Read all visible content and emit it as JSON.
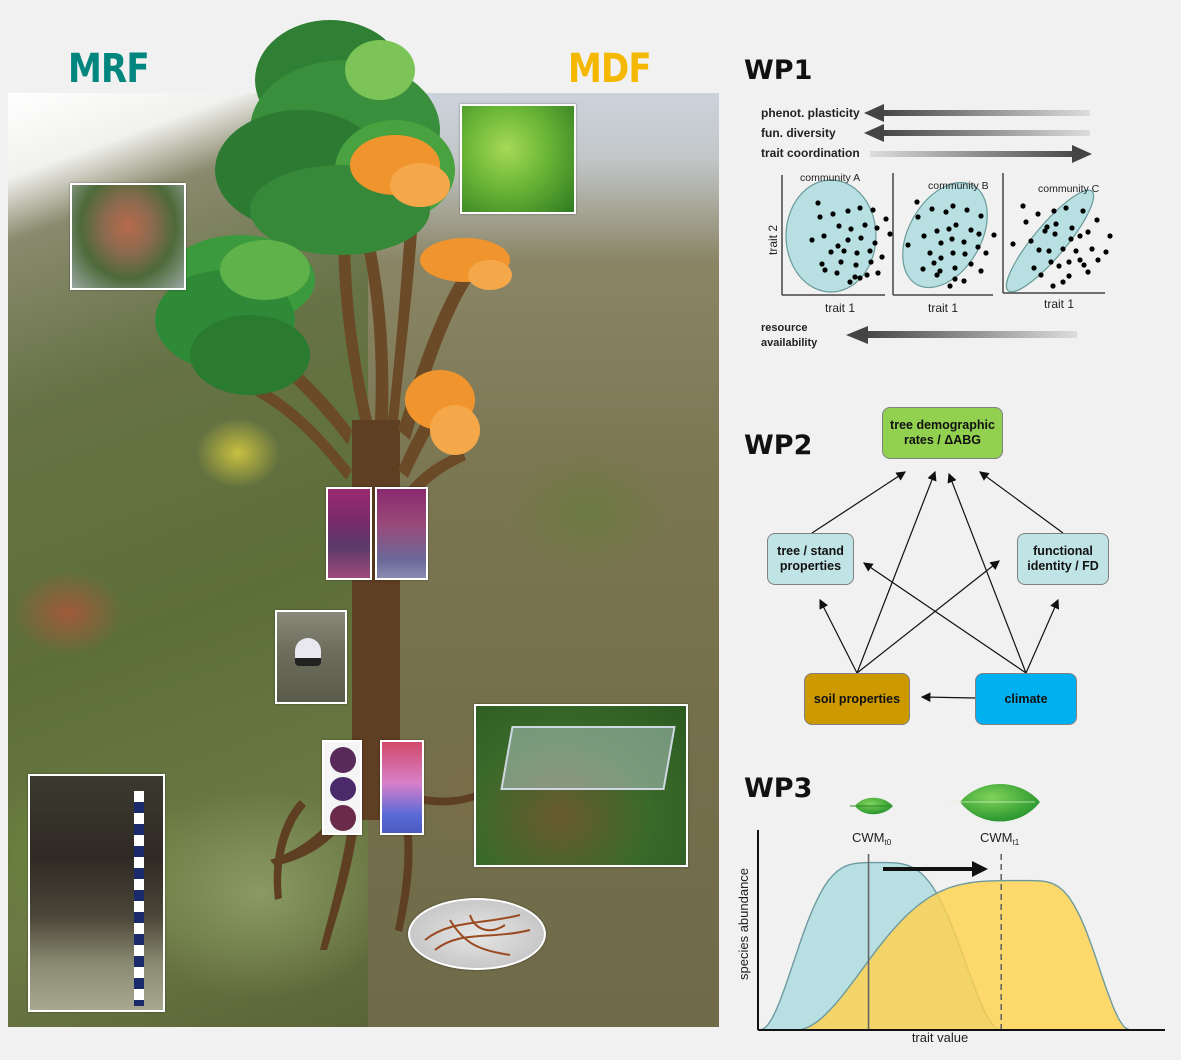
{
  "left_panel": {
    "sites": [
      {
        "label": "MRF",
        "color": "#00857f"
      },
      {
        "label": "MDF",
        "color": "#f5b800"
      }
    ],
    "canopy_colors": {
      "mrf": "#3a8f3c",
      "mdf": "#f0952e"
    },
    "trunk_color": "#5e3f22",
    "insets": [
      {
        "name": "mrf-leaf-photo"
      },
      {
        "name": "mdf-leaf-photo"
      },
      {
        "name": "wood-anatomy-photo-mrf"
      },
      {
        "name": "wood-anatomy-photo-mdf"
      },
      {
        "name": "dendrometer-photo"
      },
      {
        "name": "root-anatomy-photo-mrf"
      },
      {
        "name": "root-anatomy-photo-mdf"
      },
      {
        "name": "soil-profile-photo"
      },
      {
        "name": "litter-trap-photo"
      },
      {
        "name": "fine-roots-photo"
      }
    ]
  },
  "wp1": {
    "title": "WP1",
    "gradients": [
      {
        "label": "phenot. plasticity",
        "direction": "left"
      },
      {
        "label": "fun. diversity",
        "direction": "left"
      },
      {
        "label": "trait coordination",
        "direction": "right"
      }
    ],
    "panels": [
      {
        "title": "community A",
        "xlabel": "trait 1",
        "ylabel": "trait 2"
      },
      {
        "title": "community B",
        "xlabel": "trait 1"
      },
      {
        "title": "community C",
        "xlabel": "trait 1"
      }
    ],
    "resource_label_1": "resource",
    "resource_label_2": "availability",
    "ellipse_color": "#b8dfe2"
  },
  "wp2": {
    "title": "WP2",
    "nodes": {
      "demographic": {
        "line1": "tree demographic",
        "line2": "rates / ΔABG",
        "color": "#92d050"
      },
      "stand": {
        "line1": "tree / stand",
        "line2": "properties",
        "color": "#c0e3e6"
      },
      "functional": {
        "line1": "functional",
        "line2": "identity / FD",
        "color": "#c0e3e6"
      },
      "soil": {
        "line1": "soil properties",
        "color": "#cc9900"
      },
      "climate": {
        "line1": "climate",
        "color": "#00b0f0"
      }
    },
    "edges": [
      [
        "stand",
        "demographic"
      ],
      [
        "functional",
        "demographic"
      ],
      [
        "soil",
        "demographic"
      ],
      [
        "climate",
        "demographic"
      ],
      [
        "soil",
        "stand"
      ],
      [
        "soil",
        "functional"
      ],
      [
        "climate",
        "stand"
      ],
      [
        "climate",
        "functional"
      ],
      [
        "climate",
        "soil"
      ]
    ]
  },
  "wp3": {
    "title": "WP3",
    "chart_data": {
      "type": "area",
      "xlabel": "trait value",
      "ylabel": "species abundance",
      "series": [
        {
          "name": "t0",
          "color": "#b8dfe2",
          "peak_x": 0.29,
          "peak_y": 0.93,
          "range": [
            0.0,
            0.6
          ]
        },
        {
          "name": "t1",
          "color": "#ffd24d",
          "peak_x": 0.66,
          "peak_y": 0.83,
          "range": [
            0.09,
            0.92
          ]
        }
      ],
      "markers": [
        {
          "label": "CWM",
          "subscript": "t0",
          "x": 0.27,
          "style": "solid"
        },
        {
          "label": "CWM",
          "subscript": "t1",
          "x": 0.6,
          "style": "dashed"
        }
      ],
      "shift_arrow": "right"
    }
  }
}
